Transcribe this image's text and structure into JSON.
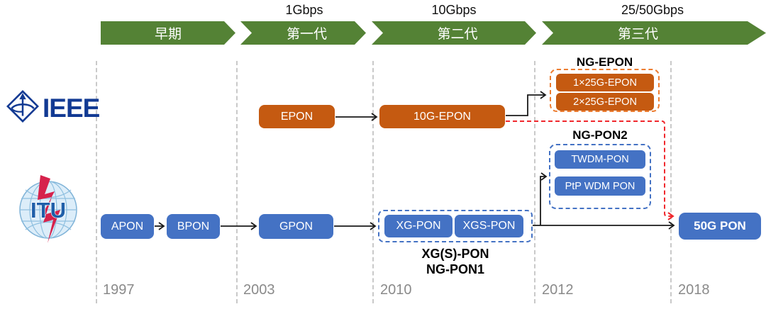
{
  "speeds": [
    "1Gbps",
    "10Gbps",
    "25/50Gbps"
  ],
  "generations": [
    "早期",
    "第一代",
    "第二代",
    "第三代"
  ],
  "orgs": {
    "ieee": "IEEE",
    "itu": "ITU"
  },
  "ieee_track": {
    "epon": "EPON",
    "epon10g": "10G-EPON",
    "ng_epon_label": "NG-EPON",
    "ng_epon_items": [
      "1×25G-EPON",
      "2×25G-EPON"
    ]
  },
  "itu_track": {
    "apon": "APON",
    "bpon": "BPON",
    "gpon": "GPON",
    "xg_pon": "XG-PON",
    "xgs_pon": "XGS-PON",
    "xgs_label_line1": "XG(S)-PON",
    "xgs_label_line2": "NG-PON1",
    "ng_pon2_label": "NG-PON2",
    "ng_pon2_items": [
      "TWDM-PON",
      "PtP WDM PON"
    ],
    "pon50g": "50G PON"
  },
  "years": [
    "1997",
    "2003",
    "2010",
    "2012",
    "2018"
  ],
  "colors": {
    "generation_green": "#548235",
    "ieee_orange": "#C55A11",
    "ng_epon_dashed_orange": "#ED7D31",
    "itu_blue": "#4472C4",
    "red_dashed_arrow": "#F0282D",
    "year_line_gray": "#C9C9C9",
    "year_text_gray": "#8A8A8A",
    "ieee_logo_blue": "#123A93"
  }
}
